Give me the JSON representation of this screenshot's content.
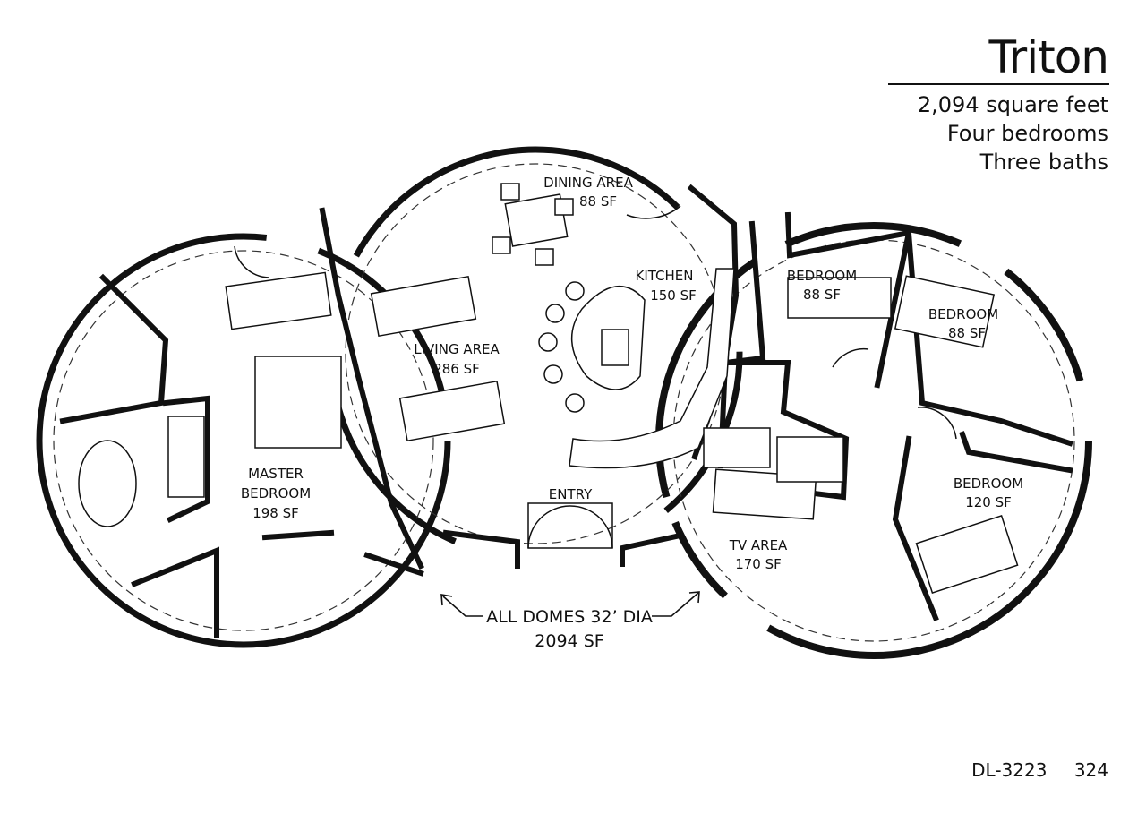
{
  "header": {
    "title": "Triton",
    "square_feet": "2,094 square feet",
    "bedrooms": "Four bedrooms",
    "baths": "Three baths"
  },
  "rooms": {
    "dining": {
      "name": "DINING AREA",
      "area": "88 SF"
    },
    "kitchen": {
      "name": "KITCHEN",
      "area": "150 SF"
    },
    "living": {
      "name": "LIVING AREA",
      "area": "286 SF"
    },
    "master": {
      "line1": "MASTER",
      "line2": "BEDROOM",
      "area": "198 SF"
    },
    "entry": {
      "name": "ENTRY"
    },
    "bedroom1": {
      "name": "BEDROOM",
      "area": "88 SF"
    },
    "bedroom2": {
      "name": "BEDROOM",
      "area": "88 SF"
    },
    "bedroom3": {
      "name": "BEDROOM",
      "area": "120 SF"
    },
    "tv": {
      "name": "TV AREA",
      "area": "170 SF"
    }
  },
  "callout": {
    "line1": "ALL DOMES 32’ DIA",
    "line2": "2094 SF"
  },
  "footer": {
    "code": "DL-3223",
    "page": "324"
  }
}
